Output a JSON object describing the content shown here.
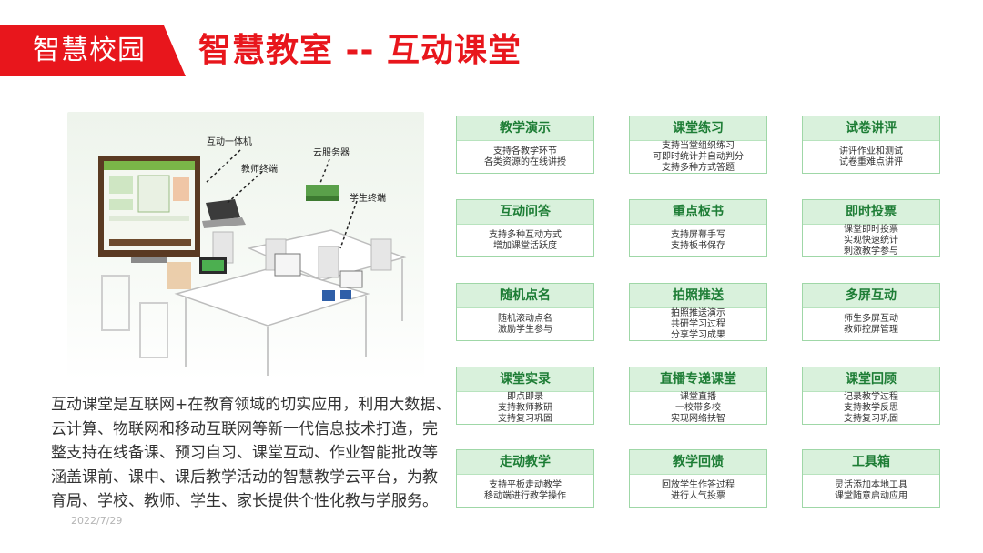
{
  "header": {
    "section_label": "智慧校园",
    "title": "智慧教室 -- 互动课堂"
  },
  "illustration": {
    "labels": {
      "board": "互动一体机",
      "teacher": "教师终端",
      "cloud": "云服务器",
      "student": "学生终端"
    }
  },
  "description": "互动课堂是互联网+在教育领域的切实应用，利用大数据、云计算、物联网和移动互联网等新一代信息技术打造，完整支持在线备课、预习自习、课堂互动、作业智能批改等涵盖课前、课中、课后教学活动的智慧教学云平台，为教育局、学校、教师、学生、家长提供个性化教与学服务。",
  "date_stamp": "2022/7/29",
  "features": [
    {
      "title": "教学演示",
      "lines": [
        "支持各教学环节",
        "各类资源的在线讲授"
      ]
    },
    {
      "title": "课堂练习",
      "lines": [
        "支持当堂组织练习",
        "可即时统计并自动判分",
        "支持多种方式答题"
      ]
    },
    {
      "title": "试卷讲评",
      "lines": [
        "讲评作业和测试",
        "试卷重难点讲评"
      ]
    },
    {
      "title": "互动问答",
      "lines": [
        "支持多种互动方式",
        "增加课堂活跃度"
      ]
    },
    {
      "title": "重点板书",
      "lines": [
        "支持屏幕手写",
        "支持板书保存"
      ]
    },
    {
      "title": "即时投票",
      "lines": [
        "课堂即时投票",
        "实现快速统计",
        "刺激教学参与"
      ]
    },
    {
      "title": "随机点名",
      "lines": [
        "随机滚动点名",
        "激励学生参与"
      ]
    },
    {
      "title": "拍照推送",
      "lines": [
        "拍照推送演示",
        "共研学习过程",
        "分享学习成果"
      ]
    },
    {
      "title": "多屏互动",
      "lines": [
        "师生多屏互动",
        "教师控屏管理"
      ]
    },
    {
      "title": "课堂实录",
      "lines": [
        "即点即录",
        "支持教师教研",
        "支持复习巩固"
      ]
    },
    {
      "title": "直播专递课堂",
      "lines": [
        "课堂直播",
        "一校带多校",
        "实现网络扶智"
      ]
    },
    {
      "title": "课堂回顾",
      "lines": [
        "记录教学过程",
        "支持教学反思",
        "支持复习巩固"
      ]
    },
    {
      "title": "走动教学",
      "lines": [
        "支持平板走动教学",
        "移动端进行教学操作"
      ]
    },
    {
      "title": "教学回馈",
      "lines": [
        "回放学生作答过程",
        "进行人气投票"
      ]
    },
    {
      "title": "工具箱",
      "lines": [
        "灵活添加本地工具",
        "课堂随意启动应用"
      ]
    }
  ]
}
